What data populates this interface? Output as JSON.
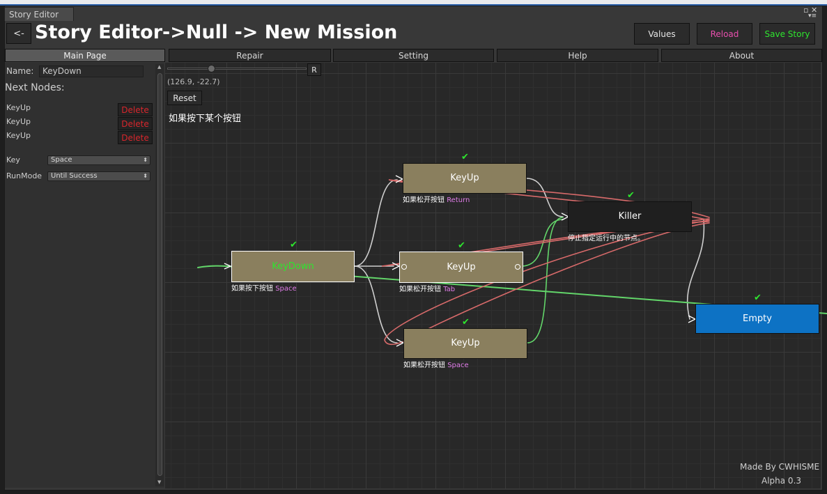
{
  "window": {
    "tab_title": "Story Editor",
    "controls": "▫ ✕",
    "menu_glyph": "▾≡"
  },
  "header": {
    "back_label": "<-",
    "title": "Story Editor->Null -> New Mission",
    "values_label": "Values",
    "reload_label": "Reload",
    "save_label": "Save Story",
    "colors": {
      "reload": "#e84fae",
      "save": "#2ee52e"
    }
  },
  "menu": {
    "main_page": "Main Page",
    "repair": "Repair",
    "setting": "Setting",
    "help": "Help",
    "about": "About"
  },
  "sidebar": {
    "name_label": "Name:",
    "name_value": "KeyDown",
    "next_nodes_label": "Next Nodes:",
    "next_nodes": [
      {
        "name": "KeyUp",
        "delete_label": "Delete"
      },
      {
        "name": "KeyUp",
        "delete_label": "Delete"
      },
      {
        "name": "KeyUp",
        "delete_label": "Delete"
      }
    ],
    "key_label": "Key",
    "key_value": "Space",
    "runmode_label": "RunMode",
    "runmode_value": "Until Success"
  },
  "canvas": {
    "zoom_button": "R",
    "coords": "(126.9, -22.7)",
    "reset_label": "Reset",
    "description": "如果按下某个按钮",
    "footer_made_by": "Made By CWHISME",
    "footer_version": "Alpha 0.3",
    "check_glyph": "✔",
    "nodes": [
      {
        "id": "keydown",
        "label": "KeyDown",
        "caption": "如果按下按钮",
        "caption_key": "Space",
        "label_color": "#2ee52e"
      },
      {
        "id": "keyup_return",
        "label": "KeyUp",
        "caption": "如果松开按钮",
        "caption_key": "Return"
      },
      {
        "id": "keyup_tab",
        "label": "KeyUp",
        "caption": "如果松开按钮",
        "caption_key": "Tab"
      },
      {
        "id": "keyup_space",
        "label": "KeyUp",
        "caption": "如果松开按钮",
        "caption_key": "Space"
      },
      {
        "id": "killer",
        "label": "Killer",
        "caption": "停止指定运行中的节点。",
        "caption_key": ""
      },
      {
        "id": "empty",
        "label": "Empty",
        "caption": "",
        "caption_key": ""
      }
    ],
    "colors": {
      "node": "#8a7f5e",
      "link": "#cfcfcf",
      "link_red": "#d86a6a",
      "link_green": "#63d66a",
      "selected_text": "#2ee52e",
      "empty_node": "#0d72c4"
    }
  }
}
